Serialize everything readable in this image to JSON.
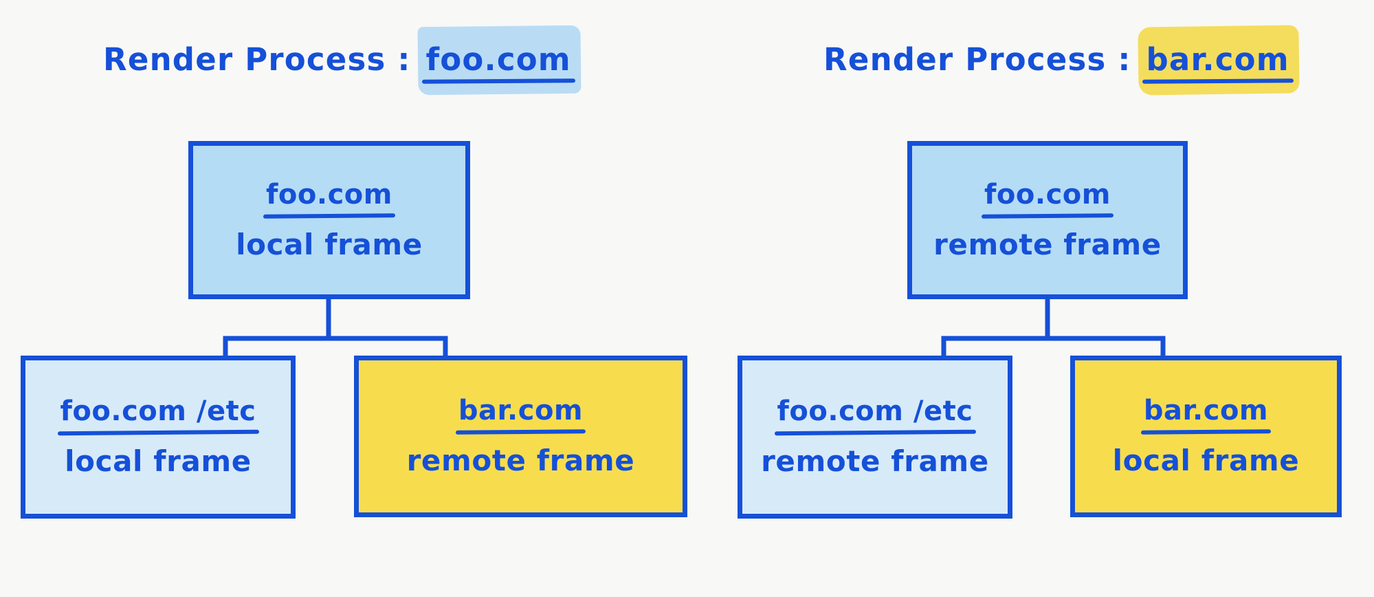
{
  "background_color": "#f8f8f6",
  "ink_color": "#1550d8",
  "palette": {
    "ink": "#1550d8",
    "blue_fill_dark": "#b5dcf5",
    "blue_fill_light": "#d7eaf8",
    "yellow_fill": "#f7dd4e",
    "blue_highlight": "#b9dcf4",
    "yellow_highlight": "#f4dd5d"
  },
  "panels": [
    {
      "id": "left",
      "title": {
        "lead": "Render Process :",
        "highlighted": "foo.com",
        "highlight_color": "#b9dcf4",
        "highlight_style": "blue"
      },
      "root": {
        "domain": "foo.com",
        "kind": "local frame",
        "fill": "blue_fill_dark"
      },
      "children": [
        {
          "domain": "foo.com /etc",
          "kind": "local frame",
          "fill": "blue_fill_light"
        },
        {
          "domain": "bar.com",
          "kind": "remote frame",
          "fill": "yellow_fill"
        }
      ]
    },
    {
      "id": "right",
      "title": {
        "lead": "Render Process :",
        "highlighted": "bar.com",
        "highlight_color": "#f4dd5d",
        "highlight_style": "yellow"
      },
      "root": {
        "domain": "foo.com",
        "kind": "remote frame",
        "fill": "blue_fill_dark"
      },
      "children": [
        {
          "domain": "foo.com /etc",
          "kind": "remote frame",
          "fill": "blue_fill_light"
        },
        {
          "domain": "bar.com",
          "kind": "local frame",
          "fill": "yellow_fill"
        }
      ]
    }
  ]
}
